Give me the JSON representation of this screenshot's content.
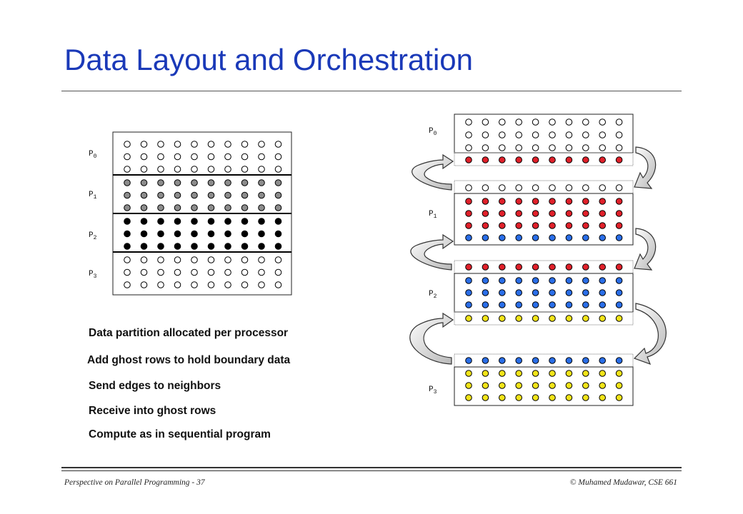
{
  "title": "Data Layout and Orchestration",
  "bullets": [
    "Data partition allocated per processor",
    "Add ghost rows to hold boundary data",
    "Send edges to neighbors",
    "Receive into ghost rows",
    "Compute as in sequential program"
  ],
  "footer": {
    "left": "Perspective on Parallel Programming - 37",
    "right": "© Muhamed Mudawar, CSE 661"
  },
  "processor_labels": [
    {
      "base": "P",
      "sub": "0"
    },
    {
      "base": "P",
      "sub": "1"
    },
    {
      "base": "P",
      "sub": "2"
    },
    {
      "base": "P",
      "sub": "3"
    }
  ],
  "colors": {
    "title": "#1a39b8",
    "dot_white": "#ffffff",
    "dot_gray": "#8c8c8c",
    "dot_black": "#000000",
    "dot_red": "#e0202a",
    "dot_blue": "#2a6ee8",
    "dot_yellow": "#f2e418"
  },
  "left_grid": {
    "columns": 10,
    "partitions": [
      {
        "processor": 0,
        "rows": 3,
        "fill": "white"
      },
      {
        "processor": 1,
        "rows": 3,
        "fill": "gray"
      },
      {
        "processor": 2,
        "rows": 3,
        "fill": "black"
      },
      {
        "processor": 3,
        "rows": 3,
        "fill": "white"
      }
    ]
  },
  "right_grid": {
    "columns": 10,
    "partitions": [
      {
        "processor": 0,
        "rows": [
          "white",
          "white",
          "white"
        ],
        "ghost_below": "red"
      },
      {
        "processor": 1,
        "ghost_above": "white",
        "rows": [
          "red",
          "red",
          "red",
          "blue"
        ]
      },
      {
        "processor": 2,
        "ghost_above": "red",
        "rows": [
          "blue",
          "blue",
          "blue"
        ],
        "ghost_below": "yellow"
      },
      {
        "processor": 3,
        "ghost_above": "blue",
        "rows": [
          "yellow",
          "yellow",
          "yellow"
        ]
      }
    ]
  }
}
